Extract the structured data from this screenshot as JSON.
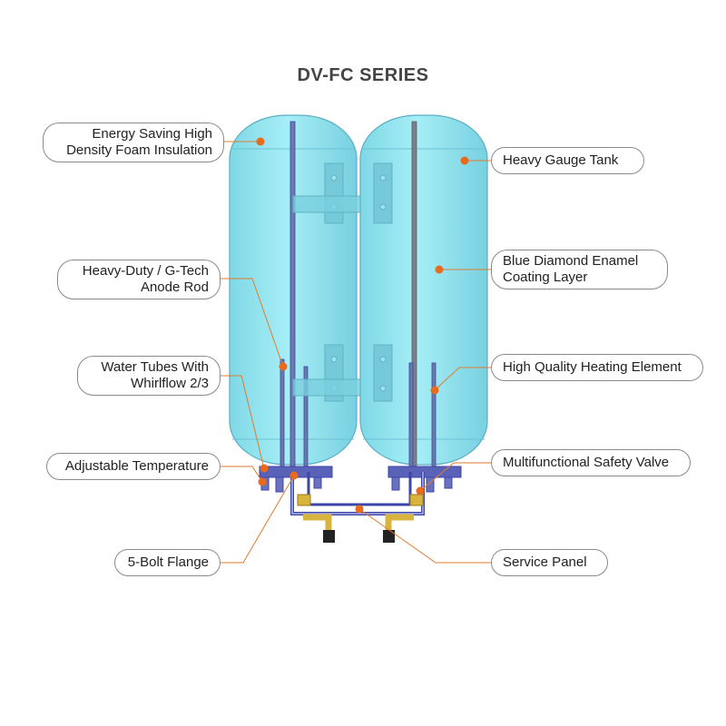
{
  "title": "DV-FC SERIES",
  "colors": {
    "tank_fill": "#8fe6f0",
    "tank_edge": "#5aaec4",
    "pipe": "#3d44a8",
    "brass": "#d8b43c",
    "leader": "#e07b2c",
    "dot": "#e86a1c",
    "callout_border": "#8a8a8a"
  },
  "callouts": {
    "foam": {
      "line1": "Energy Saving High",
      "line2": "Density Foam Insulation"
    },
    "anode": {
      "line1": "Heavy-Duty / G-Tech",
      "line2": "Anode Rod"
    },
    "tubes": {
      "line1": "Water Tubes With",
      "line2": "Whirlflow 2/3"
    },
    "adjust": {
      "line1": "Adjustable Temperature"
    },
    "flange": {
      "line1": "5-Bolt Flange"
    },
    "tank": {
      "line1": "Heavy Gauge Tank"
    },
    "enamel": {
      "line1": "Blue Diamond Enamel",
      "line2": "Coating Layer"
    },
    "element": {
      "line1": "High Quality Heating Element"
    },
    "valve": {
      "line1": "Multifunctional Safety Valve"
    },
    "panel": {
      "line1": "Service Panel"
    }
  }
}
